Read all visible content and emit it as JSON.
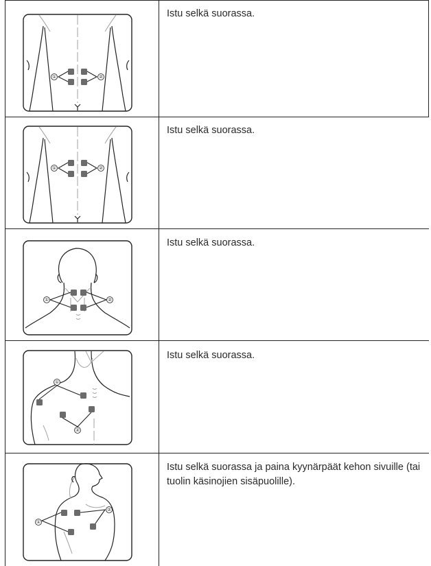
{
  "rows": [
    {
      "instruction": "Istu selkä suorassa.",
      "figure": "lower-back-electrode-placement"
    },
    {
      "instruction": "Istu selkä suorassa.",
      "figure": "mid-back-electrode-placement"
    },
    {
      "instruction": "Istu selkä suorassa.",
      "figure": "neck-electrode-placement"
    },
    {
      "instruction": "Istu selkä suorassa.",
      "figure": "shoulder-electrode-placement"
    },
    {
      "instruction": "Istu selkä suorassa ja paina kyynärpäät kehon sivuille (tai tuolin käsinojien sisäpuolille).",
      "figure": "side-shoulder-electrode-placement"
    }
  ],
  "labels": {
    "one": "①",
    "two": "②"
  }
}
